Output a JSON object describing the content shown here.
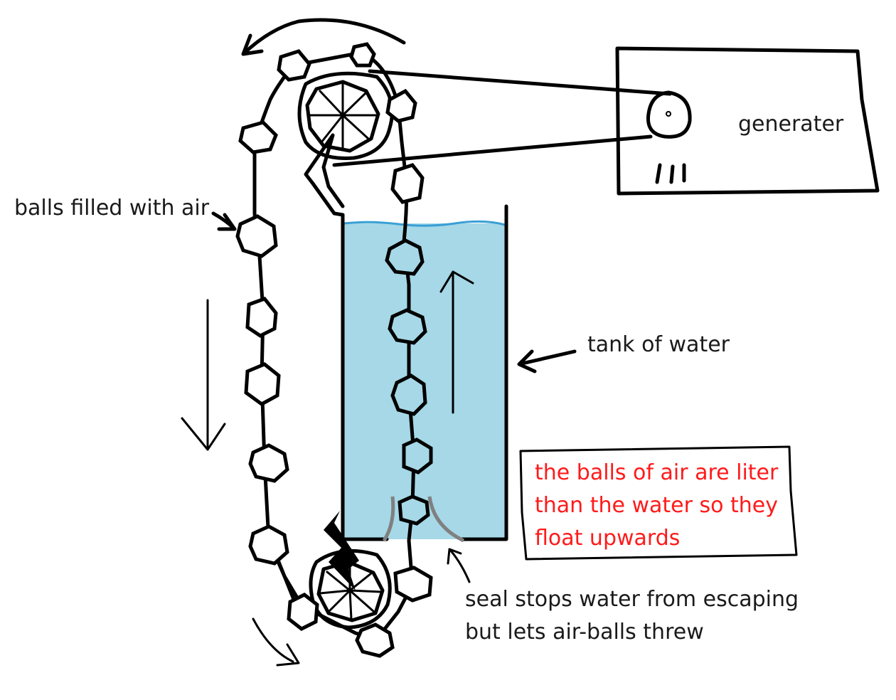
{
  "labels": {
    "balls": "balls filled with air",
    "generator": "generater",
    "tank": "tank of water",
    "note_line1": "the balls of air are liter",
    "note_line2": "than the water so they",
    "note_line3": "float upwards",
    "seal_line1": "seal stops water from escaping",
    "seal_line2": "but lets air-balls threw"
  },
  "colors": {
    "water": "#a6d8e7",
    "water_surface": "#3a9fd6",
    "ink": "#000000",
    "text": "#1a1a1a",
    "note_text": "#ff1a1a",
    "seal": "#808080"
  },
  "icons": {
    "upper_wheel": "spoked-wheel-icon",
    "lower_wheel": "spoked-wheel-icon",
    "generator_shaft": "pulley-icon"
  }
}
